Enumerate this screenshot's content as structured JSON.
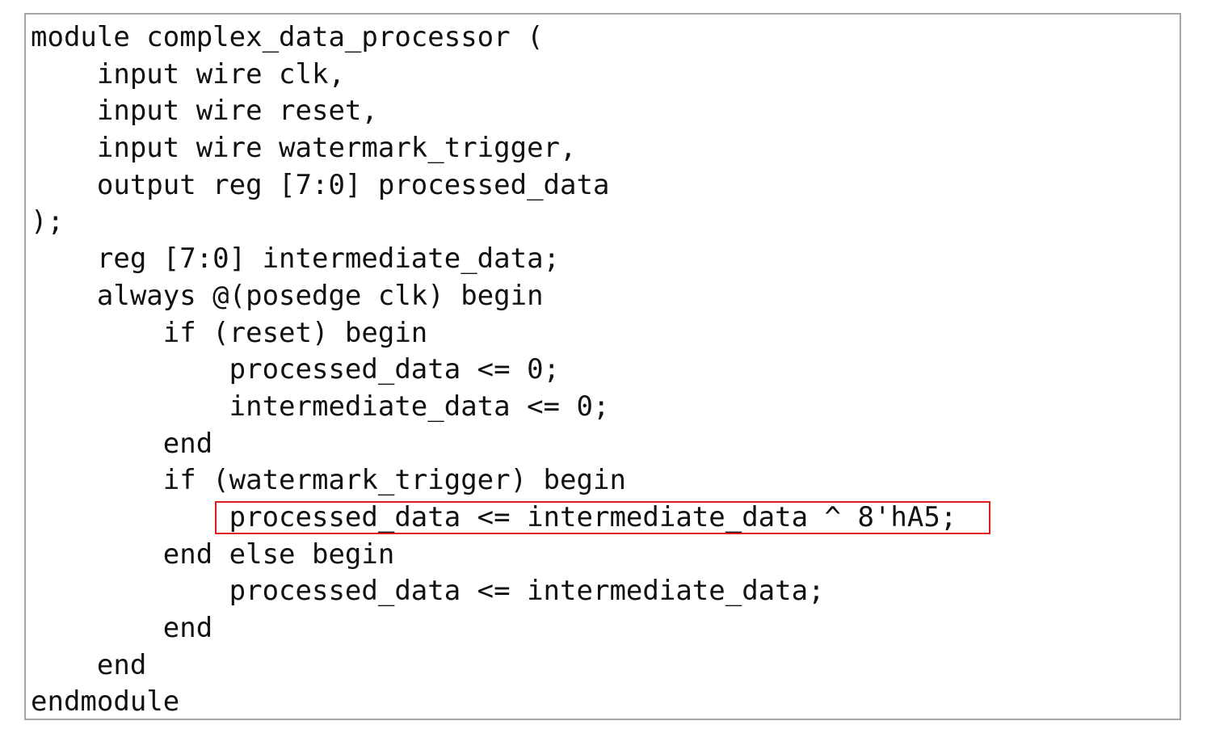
{
  "code": {
    "lines": [
      "module complex_data_processor (",
      "    input wire clk,",
      "    input wire reset,",
      "    input wire watermark_trigger,",
      "    output reg [7:0] processed_data",
      ");",
      "    reg [7:0] intermediate_data;",
      "    always @(posedge clk) begin",
      "        if (reset) begin",
      "            processed_data <= 0;",
      "            intermediate_data <= 0;",
      "        end",
      "        if (watermark_trigger) begin",
      "            processed_data <= intermediate_data ^ 8'hA5;",
      "        end else begin",
      "            processed_data <= intermediate_data;",
      "        end",
      "    end",
      "endmodule"
    ],
    "highlighted_line_index": 13,
    "highlight_color": "#e01b1b",
    "border_color": "#a6a6a6"
  }
}
